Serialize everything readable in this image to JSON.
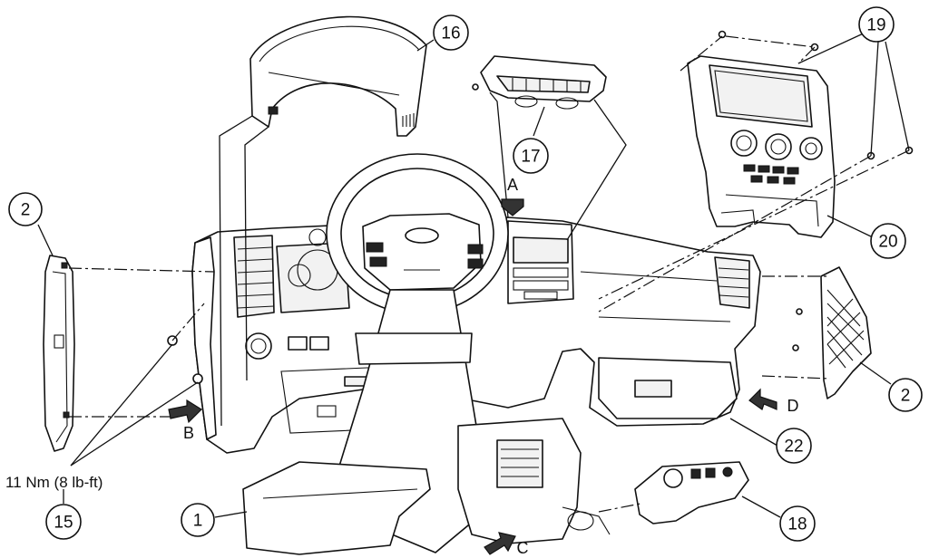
{
  "callouts": {
    "c1": "1",
    "c2_left": "2",
    "c2_right": "2",
    "c15": "15",
    "c16": "16",
    "c17": "17",
    "c18": "18",
    "c19": "19",
    "c20": "20",
    "c22": "22"
  },
  "view_arrows": {
    "a": "A",
    "b": "B",
    "c": "C",
    "d": "D"
  },
  "torque_spec": "11 Nm (8 lb-ft)",
  "icons": [
    "view-arrow-icon"
  ]
}
